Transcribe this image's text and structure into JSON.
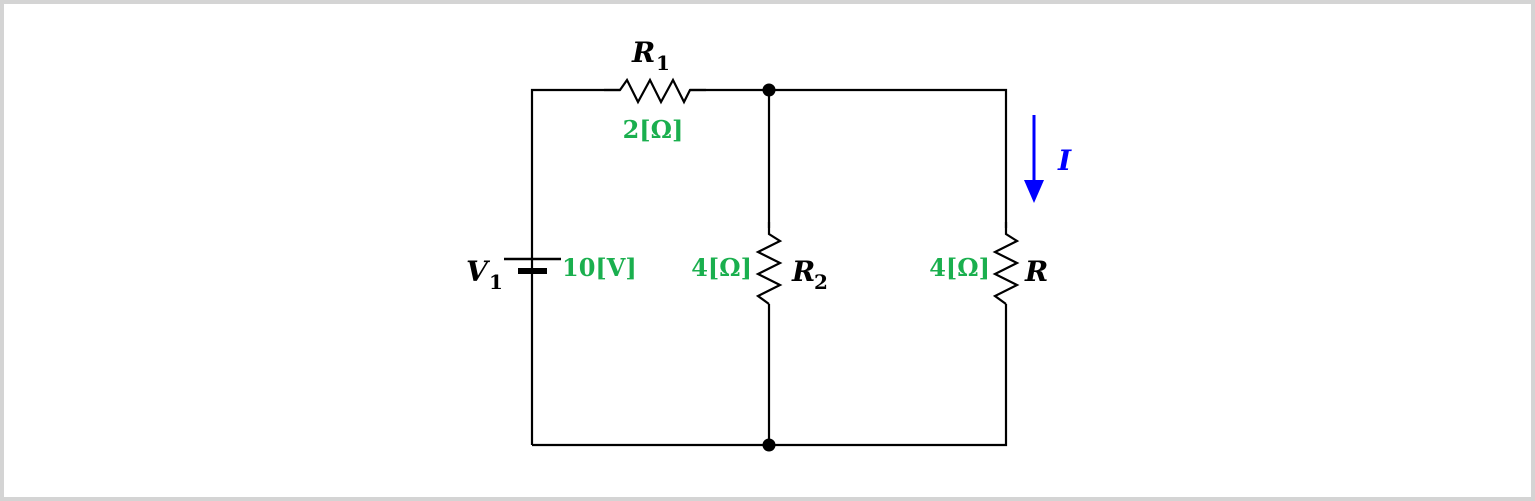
{
  "colors": {
    "wire": "#000000",
    "value": "#1aaf4e",
    "current": "#0000ff",
    "frame": "#d4d4d4"
  },
  "components": {
    "r1": {
      "symbol": "R",
      "subscript": "1",
      "value": "2[Ω]"
    },
    "v1": {
      "symbol": "V",
      "subscript": "1",
      "value": "10[V]"
    },
    "r2": {
      "symbol": "R",
      "subscript": "2",
      "value": "4[Ω]"
    },
    "r": {
      "symbol": "R",
      "value": "4[Ω]"
    }
  },
  "current": {
    "symbol": "I"
  }
}
